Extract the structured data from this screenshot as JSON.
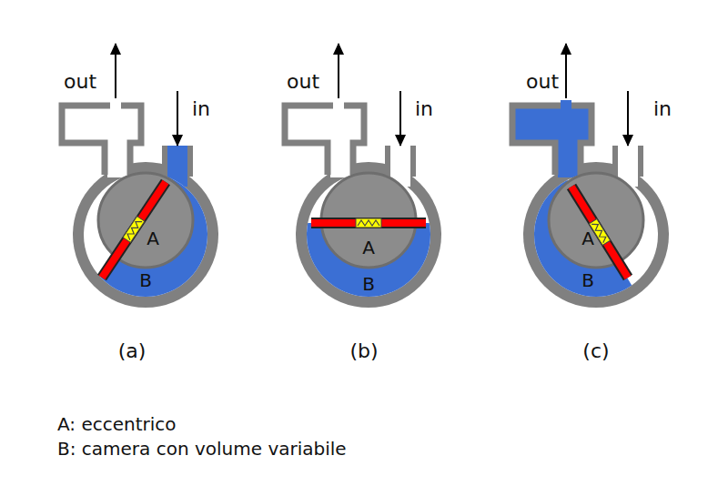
{
  "diagram": {
    "labels": [
      "out",
      "in",
      "A",
      "B",
      "out",
      "in",
      "A",
      "B",
      "out",
      "in",
      "A",
      "B",
      "(a)",
      "(b)",
      "(c)",
      "A: eccentrico",
      "B: camera con volume variabile"
    ]
  }
}
